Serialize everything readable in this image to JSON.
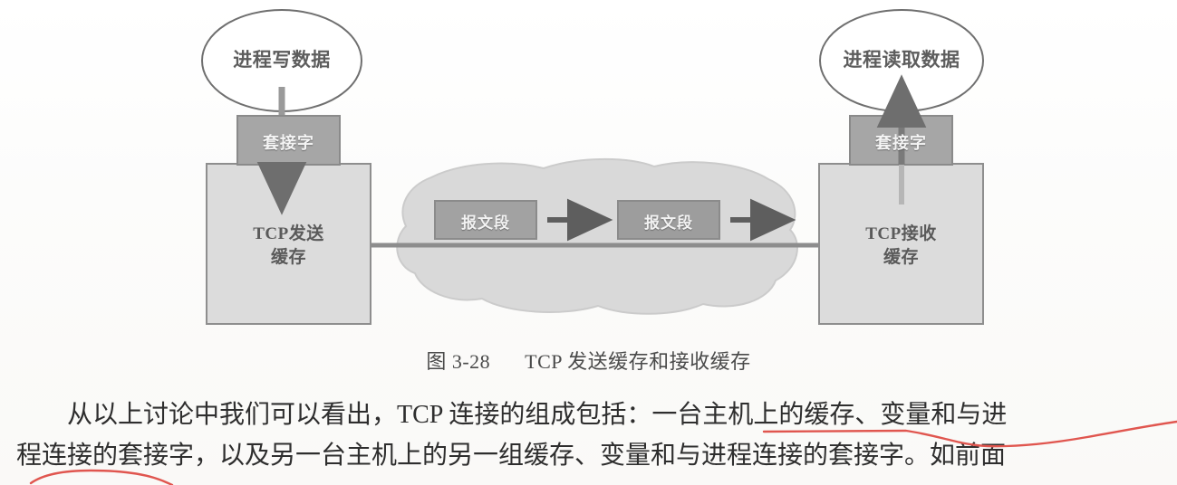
{
  "figure": {
    "left_process_bubble": "进程写数据",
    "right_process_bubble": "进程读取数据",
    "left_socket": "套接字",
    "right_socket": "套接字",
    "left_buffer": "TCP发送\n缓存",
    "right_buffer": "TCP接收\n缓存",
    "segment_1": "报文段",
    "segment_2": "报文段",
    "colors": {
      "socket_fill": "#a8a8a8",
      "buffer_fill": "#d9d9d9",
      "cloud_fill": "#d5d5d5",
      "segment_fill": "#a0a0a0",
      "line_stroke": "#8a8a8a",
      "arrow_stroke": "#707070",
      "annotation_red": "#e0564f"
    }
  },
  "caption": {
    "number": "图 3-28",
    "title": "TCP 发送缓存和接收缓存"
  },
  "paragraph": {
    "line1": "从以上讨论中我们可以看出，TCP 连接的组成包括：一台主机上的缓存、变量和与进",
    "line2": "程连接的套接字，以及另一台主机上的另一组缓存、变量和与进程连接的套接字。如前面"
  }
}
